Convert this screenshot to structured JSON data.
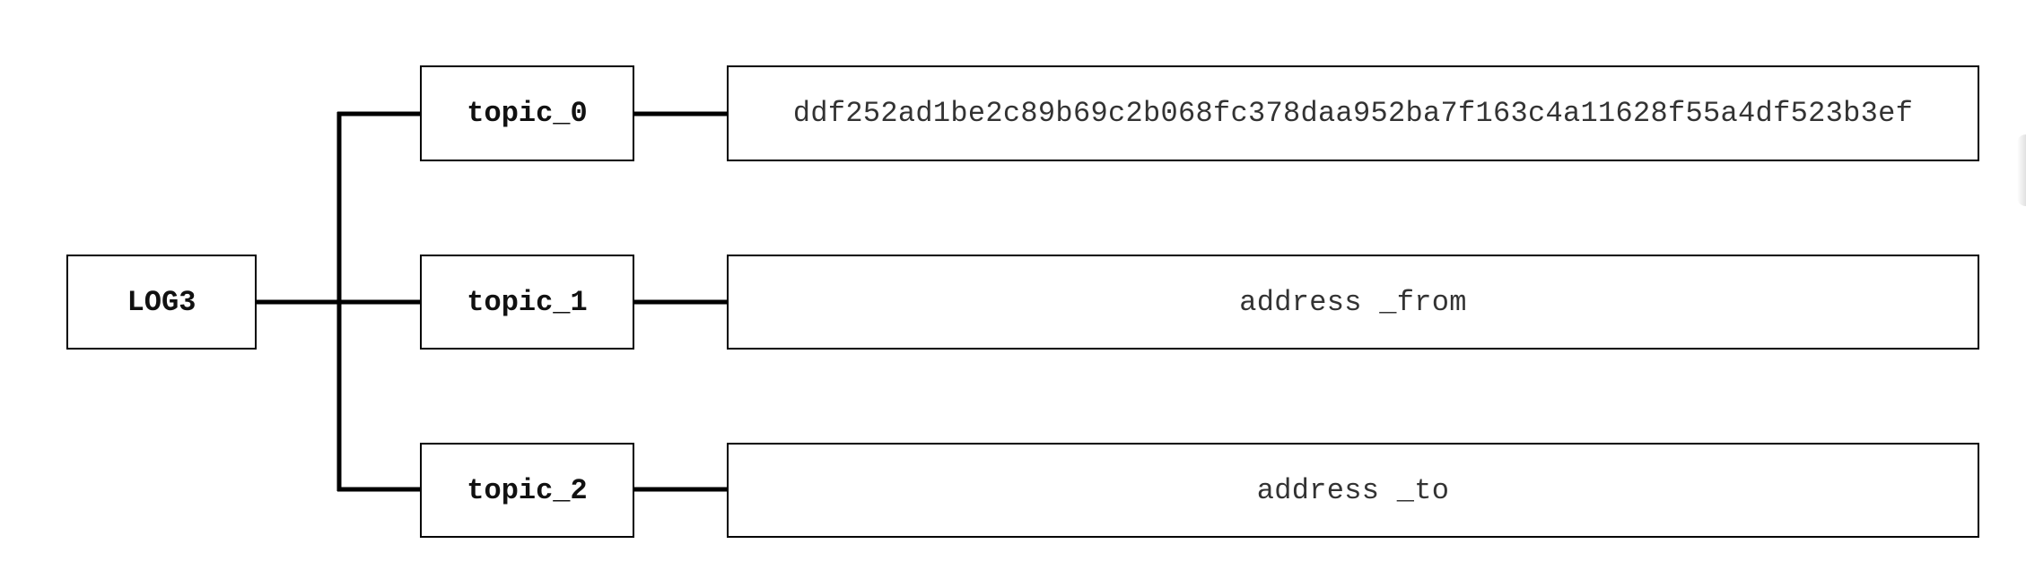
{
  "diagram": {
    "root": {
      "label": "LOG3"
    },
    "topics": [
      {
        "label": "topic_0",
        "value": "ddf252ad1be2c89b69c2b068fc378daa952ba7f163c4a11628f55a4df523b3ef"
      },
      {
        "label": "topic_1",
        "value": "address _from"
      },
      {
        "label": "topic_2",
        "value": "address _to"
      }
    ],
    "colors": {
      "line": "#000000",
      "box_border": "#000000",
      "background": "#ffffff"
    }
  }
}
